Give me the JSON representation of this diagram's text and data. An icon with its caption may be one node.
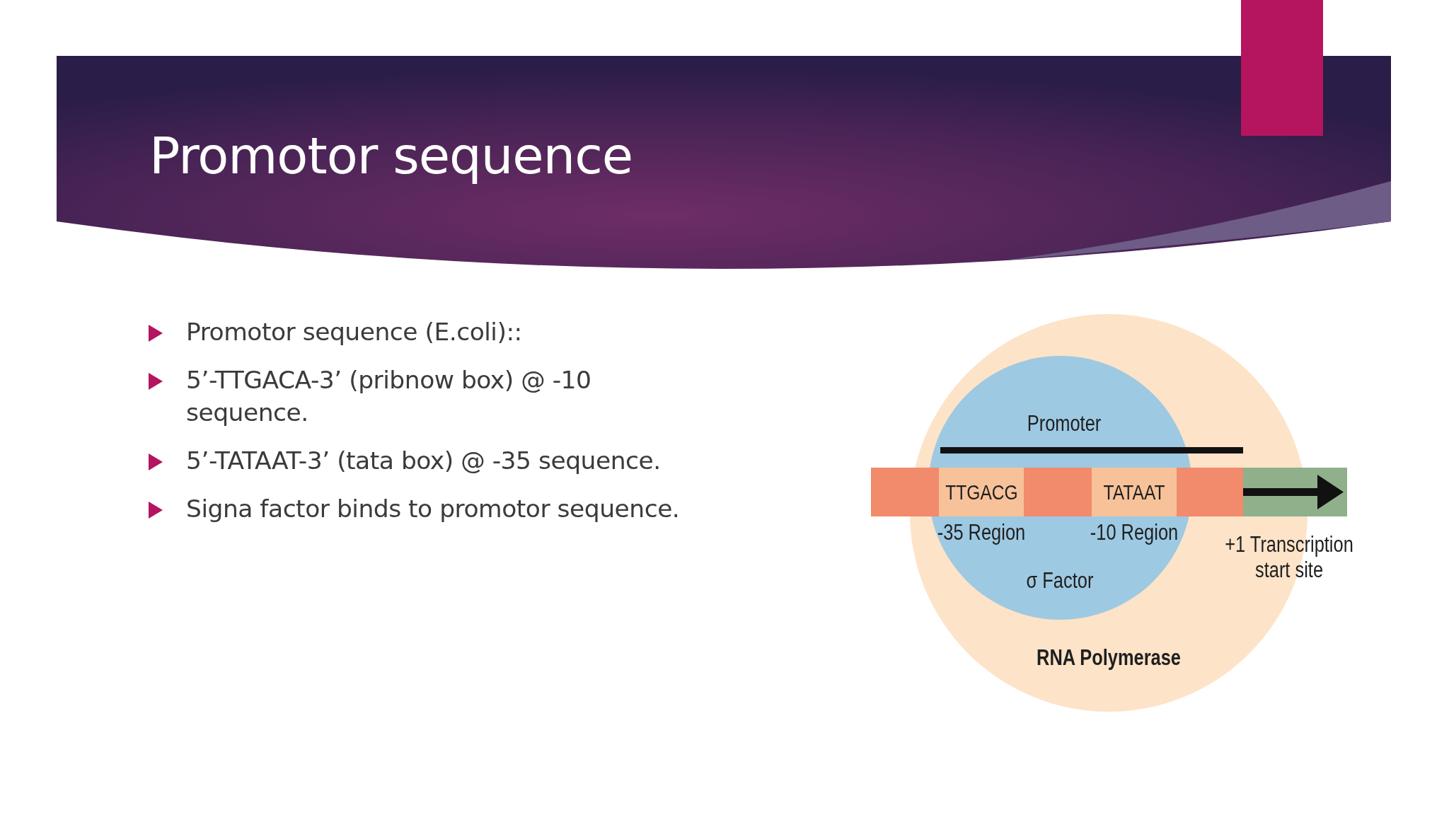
{
  "diagram": {
    "title": "Promotor sequence",
    "nodes": [
      {
        "text": [
          "RNA Polymerase"
        ]
      },
      {
        "text": [
          "σ Factor"
        ],
        "in": 0
      },
      {
        "text": [
          "TTGACG"
        ],
        "beside": [
          "-35 Region"
        ],
        "in": 1
      },
      {
        "text": [
          "TATAAT"
        ],
        "beside": [
          "-10 Region"
        ],
        "in": 1
      }
    ],
    "labels": [
      "Promotor sequence (E.coli)::",
      "5’-TTGACA-3’ (pribnow box) @ -10 sequence.",
      "5’-TATAAT-3’ (tata box) @ -35 sequence.",
      "Signa factor binds to promotor sequence.",
      "Promoter",
      "+1 Transcription start site"
    ]
  }
}
